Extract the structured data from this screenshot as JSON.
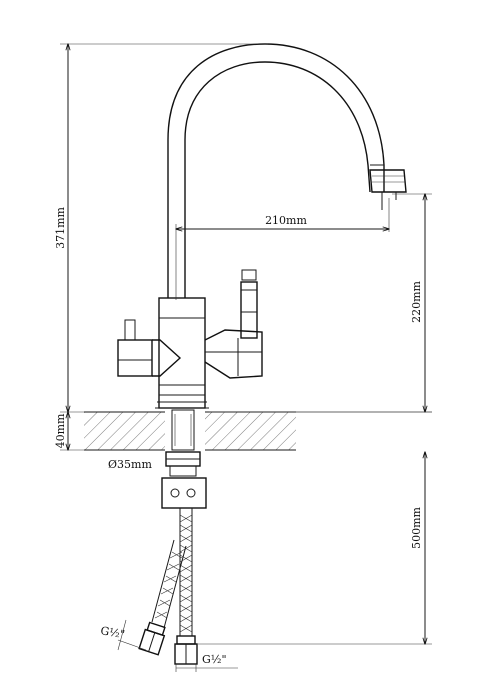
{
  "dimensions": {
    "total_height": "371mm",
    "spout_reach": "210mm",
    "spout_height": "220mm",
    "counter_thickness": "40mm",
    "hole_diameter": "Ø35mm",
    "hose_length": "500mm",
    "thread_left": "G½\"",
    "thread_right": "G½\""
  }
}
